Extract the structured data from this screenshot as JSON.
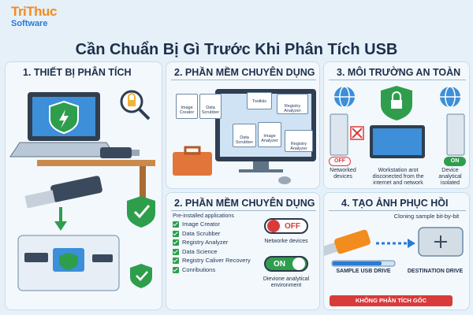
{
  "logo": {
    "line1": "TriThuc",
    "line2": "Software"
  },
  "title": "Cần Chuẩn Bị Gì Trước Khi Phân Tích USB",
  "sections": {
    "s1": {
      "title": "1. THIẾT BỊ PHÂN TÍCH"
    },
    "s2": {
      "title": "2. PHẦN MỀM CHUYÊN DỤNG",
      "chips": [
        "Image Creator",
        "Data Scrubber",
        "Toolkiis",
        "Registry Analyzer",
        "Data Scrubber",
        "Image Analyzer",
        "Registry Analyzer"
      ]
    },
    "s3": {
      "title": "3. MÔI TRƯỜNG AN TOÀN",
      "left_toggle": "OFF",
      "right_toggle": "ON",
      "label_left": "Networked devices",
      "label_center": "Workstation arot disconected from the internet and network",
      "label_right": "Device analytical isolated"
    },
    "s4": {
      "title": "2. PHẦN MỀM CHUYÊN DỤNG",
      "list_head": "Pre-installed applications",
      "items": [
        "Image Creator",
        "Data Scrubber",
        "Registry Analyzer",
        "Data Science",
        "Registry Caliver Recovery",
        "Conributions"
      ],
      "toggle_off": "OFF",
      "toggle_off_label": "Networke devices",
      "toggle_on": "ON",
      "toggle_on_label": "Dievione analytical environment"
    },
    "s5": {
      "title": "4. TẠO ẢNH PHỤC HỒI",
      "caption": "Cloning sample bit-by-bit",
      "left_label": "SAMPLE USB DRIVE",
      "right_label": "DESTINATION DRIVE",
      "badge": "KHÔNG PHÂN TÍCH GỐC"
    }
  },
  "colors": {
    "accent": "#2a7bd5",
    "brand_orange": "#f28c1e",
    "green": "#2e9e4d",
    "red": "#d93b3b"
  }
}
